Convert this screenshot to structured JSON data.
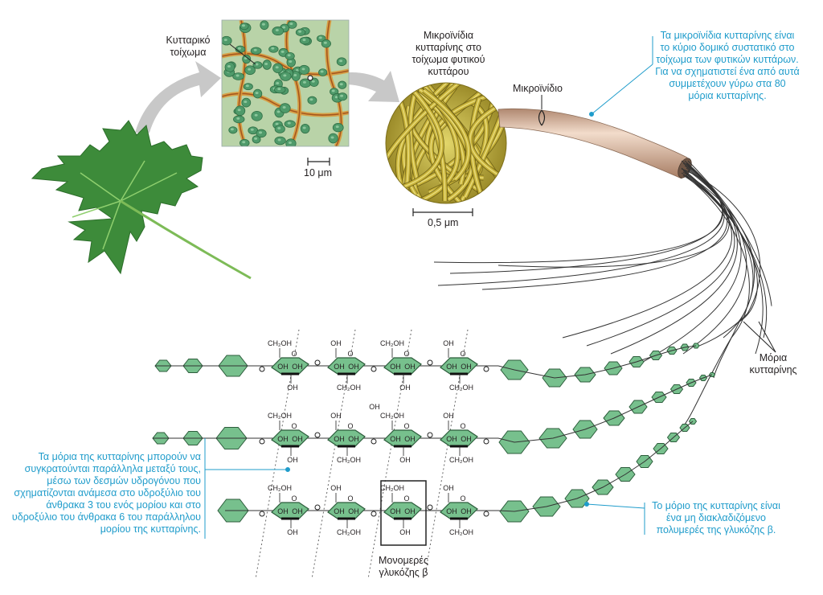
{
  "labels": {
    "cell_wall": "Κυτταρικό τοίχωμα",
    "microfibrils": "Μικροϊνίδια κυτταρίνης στο τοίχωμα φυτικού κυττάρου",
    "microfibril": "Μικροϊνίδιο",
    "cellulose_molecules": "Μόρια κυτταρίνης",
    "scale_10": "10 μm",
    "scale_05": "0,5 μm",
    "monomer": "Μονομερές γλυκόζης β"
  },
  "callouts": {
    "top_right": "Τα μικροϊνίδια κυτταρίνης είναι το κύριο δομικό συστατικό στο τοίχωμα των φυτικών κυττάρων. Για να σχηματιστεί ένα από αυτά συμμετέχουν γύρω στα 80 μόρια κυτταρίνης.",
    "left": "Τα μόρια της κυτταρίνης μπορούν να συγκρατούνται παράλληλα μεταξύ τους, μέσω των δεσμών υδρογόνου που σχηματίζονται ανάμεσα στο υδροξύλιο του άνθρακα 3 του ενός μορίου και στο υδροξύλιο του άνθρακα 6 του παράλληλου μορίου της κυτταρίνης.",
    "bottom_right": "Το μόριο της κυτταρίνης είναι ένα μη διακλαδιζόμενο πολυμερές της γλυκόζης β."
  },
  "chem": {
    "ch2oh": "CH₂OH",
    "oh": "OH",
    "o": "O"
  },
  "colors": {
    "callout": "#1f9ccb",
    "ring_fill": "#77c08d",
    "ring_stroke": "#2d5d3c",
    "leaf": "#3d8b3a",
    "fibril_yellow": "#c9b43a",
    "microfibril_tan": "#d8b59c"
  }
}
